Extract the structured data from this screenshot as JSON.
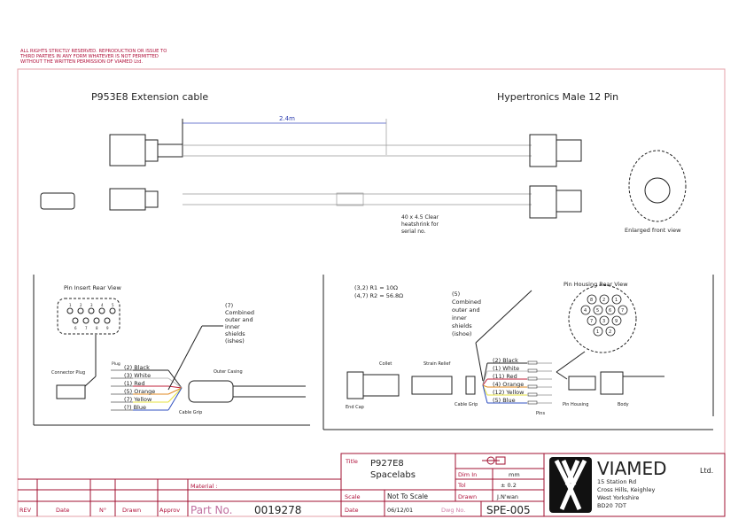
{
  "notice": [
    "ALL RIGHTS STRICTLY RESERVED. REPRODUCTION OR ISSUE TO",
    "THIRD PARTIES IN ANY FORM WHATEVER IS NOT PERMITTED",
    "WITHOUT THE WRITTEN PERMISSION OF VIAMED Ltd."
  ],
  "top": {
    "left_title": "P953E8 Extension cable",
    "right_title": "Hypertronics Male 12 Pin",
    "length": "2.4m",
    "heatshrink_note": [
      "40 x 4.5 Clear",
      "heatshrink for",
      "serial no."
    ],
    "front_view": "Enlarged front view"
  },
  "left_panel": {
    "pin_view": "Pin Insert Rear View",
    "connector_plug": "Connector Plug",
    "plug": "Plug",
    "pins_top": [
      "1",
      "2",
      "3",
      "4",
      "5"
    ],
    "pins_bottom": [
      "6",
      "7",
      "8",
      "9"
    ],
    "wires": [
      {
        "label": "(2) Black",
        "color": "#222222"
      },
      {
        "label": "(3) White",
        "color": "#bbbbbb"
      },
      {
        "label": "(1) Red",
        "color": "#c0203a"
      },
      {
        "label": "(5) Orange",
        "color": "#e08a20"
      },
      {
        "label": "(7) Yellow",
        "color": "#e4e040"
      },
      {
        "label": "(?) Blue",
        "color": "#3050c0"
      }
    ],
    "shield_note": [
      "(7)",
      "Combined",
      "outer and",
      "inner",
      "shields",
      "(ishes)"
    ],
    "outer_casing": "Outer Casing",
    "cable_grip": "Cable Grip"
  },
  "right_panel": {
    "resistors": [
      "(3,2) R1 = 10Ω",
      "(4,7) R2 = 56.8Ω"
    ],
    "shield_note": [
      "(5)",
      "Combined",
      "outer and",
      "inner",
      "shields",
      "(ishoe)"
    ],
    "pin_view": "Pin Housing Rear View",
    "pin_numbers": [
      "8",
      "2",
      "1",
      "4",
      "5",
      "6",
      "7",
      "7",
      "3",
      "9",
      "1",
      "2"
    ],
    "wires": [
      {
        "label": "(2) Black",
        "color": "#222222"
      },
      {
        "label": "(1) White",
        "color": "#bbbbbb"
      },
      {
        "label": "(11) Red",
        "color": "#c0203a"
      },
      {
        "label": "(4) Orange",
        "color": "#e08a20"
      },
      {
        "label": "(12) Yellow",
        "color": "#e4e040"
      },
      {
        "label": "(5) Blue",
        "color": "#3050c0"
      }
    ],
    "end_cap": "End Cap",
    "collet": "Collet",
    "strain_relief": "Strain Relief",
    "cable_grip": "Cable Grip",
    "pins": "Pins",
    "pin_housing": "Pin Housing",
    "body": "Body"
  },
  "revision_block": {
    "material_label": "Material :",
    "headers": [
      "REV",
      "Date",
      "N°",
      "Drawn",
      "Approv"
    ],
    "part_label": "Part No.",
    "part_number": "0019278"
  },
  "title_block": {
    "title_label": "Title",
    "title_lines": [
      "P927E8",
      "Spacelabs"
    ],
    "dim_label": "Dim In",
    "dim_value": "mm",
    "tol_label": "Tol",
    "tol_value": "± 0.2",
    "scale_label": "Scale",
    "scale_value": "Not To Scale",
    "drawn_label": "Drawn",
    "drawn_value": "J.N'wan",
    "date_label": "Date",
    "date_value": "06/12/01",
    "dwg_label": "Dwg No.",
    "dwg_value": "SPE-005"
  },
  "company": {
    "name": "VIAMED",
    "suffix": "Ltd.",
    "address": [
      "15 Station Rd",
      "Cross Hills, Keighley",
      "West Yorkshire",
      "BD20 7DT"
    ]
  },
  "colors": {
    "frame": "#a01030",
    "text_red": "#b0103a"
  }
}
